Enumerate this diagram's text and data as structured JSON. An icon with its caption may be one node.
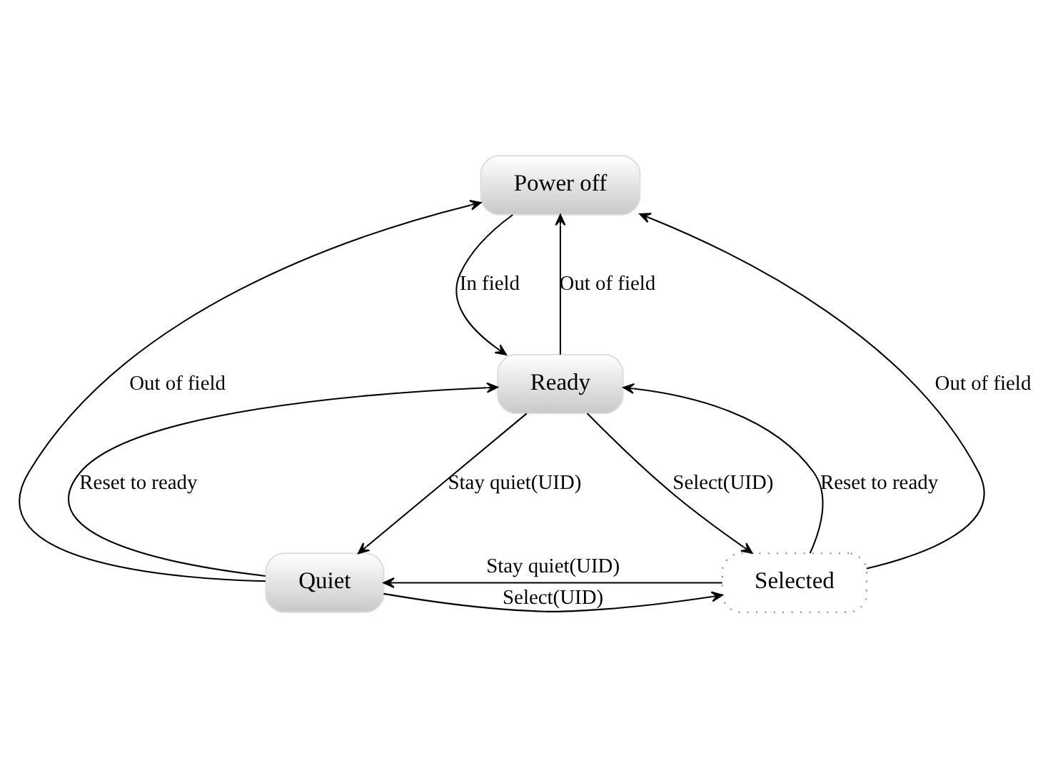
{
  "diagram": {
    "nodes": [
      {
        "text": [
          "Power off"
        ]
      },
      {
        "text": [
          "Ready"
        ]
      },
      {
        "text": [
          "Quiet"
        ]
      },
      {
        "text": [
          "Selected"
        ]
      }
    ],
    "edges": [
      {
        "from": 1,
        "to": 0,
        "arrow": "to",
        "label": "Out of field"
      },
      {
        "from": 0,
        "to": 1,
        "arrow": "to",
        "label": "In field"
      },
      {
        "from": 2,
        "to": 0,
        "arrow": "to",
        "label": "Out of field"
      },
      {
        "from": 3,
        "to": 0,
        "arrow": "to",
        "label": "Out of field"
      },
      {
        "from": 2,
        "to": 1,
        "arrow": "to",
        "label": "Reset to ready"
      },
      {
        "from": 1,
        "to": 2,
        "arrow": "to",
        "label": "Stay quiet(UID)"
      },
      {
        "from": 3,
        "to": 1,
        "arrow": "to",
        "label": "Reset to ready"
      },
      {
        "from": 1,
        "to": 3,
        "arrow": "to",
        "label": "Select(UID)"
      },
      {
        "from": 2,
        "to": 3,
        "arrow": "to",
        "label": "Select(UID)"
      },
      {
        "from": 3,
        "to": 2,
        "arrow": "to",
        "label": "Stay quiet(UID)"
      }
    ]
  }
}
